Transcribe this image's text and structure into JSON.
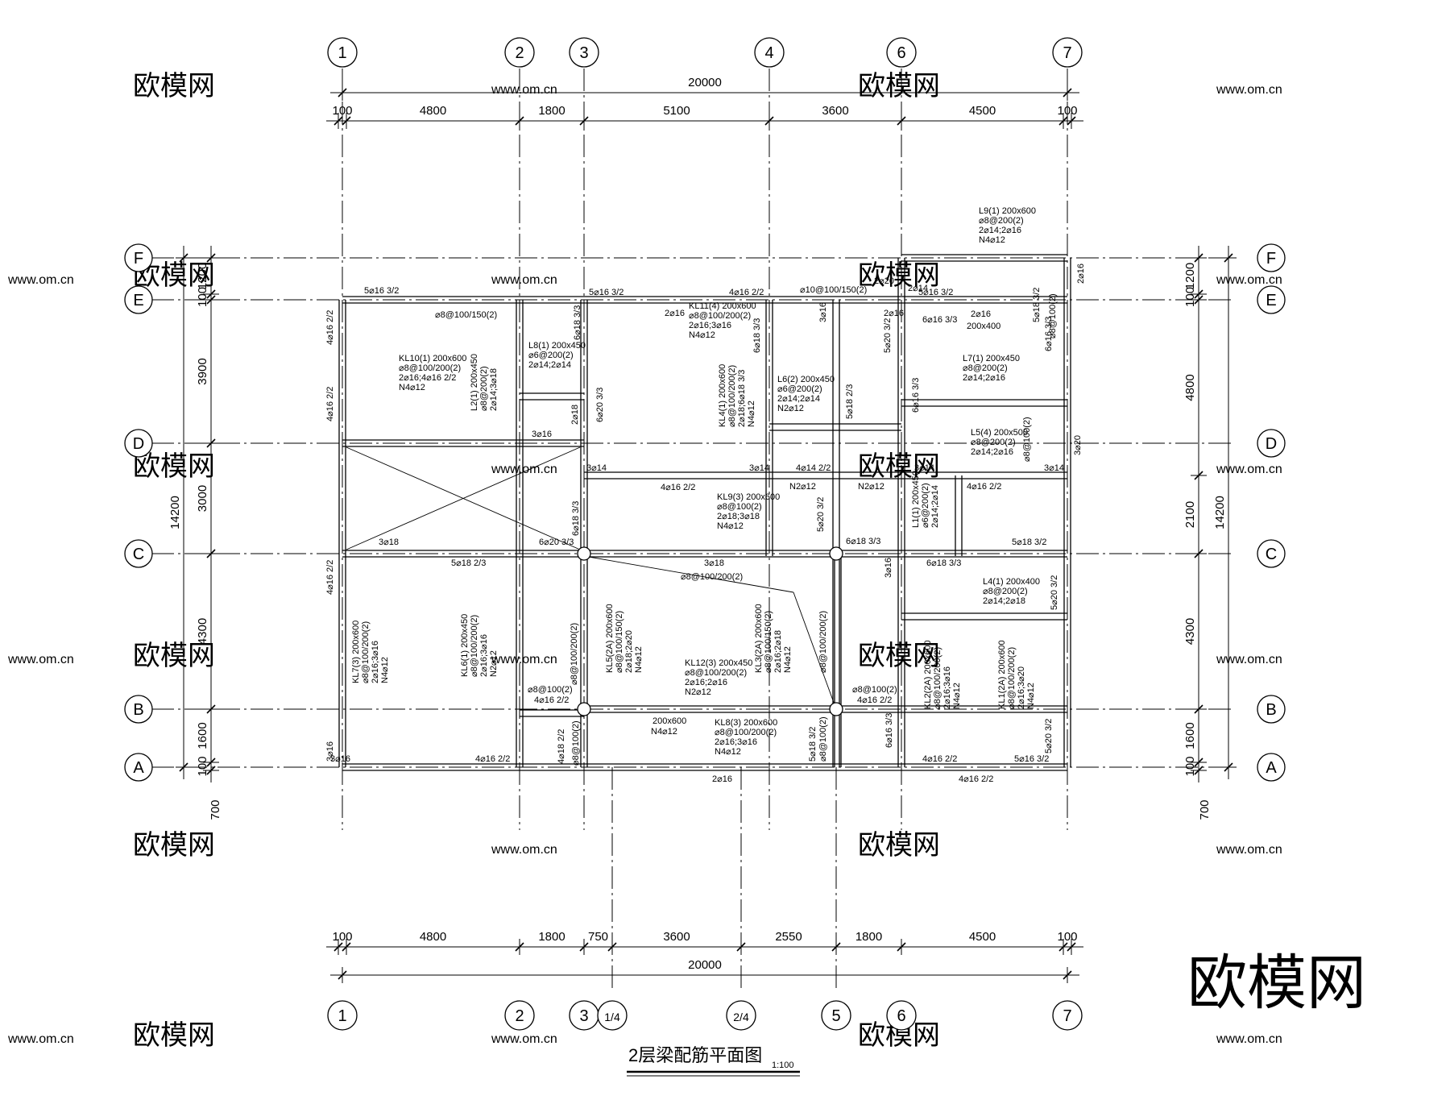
{
  "title": "2层梁配筋平面图",
  "scale": "1:100",
  "brand_watermark": "欧模网",
  "site_watermark": "www.om.cn",
  "axes_top": [
    "1",
    "2",
    "3",
    "4",
    "6",
    "7"
  ],
  "axes_bottom": [
    "1",
    "2",
    "3",
    "1/4",
    "2/4",
    "5",
    "6",
    "7"
  ],
  "axes_rows": [
    "F",
    "E",
    "D",
    "C",
    "B",
    "A"
  ],
  "dims_top": {
    "total": "20000",
    "segments": [
      "100",
      "4800",
      "1800",
      "5100",
      "3600",
      "4500",
      "100"
    ]
  },
  "dims_bottom": {
    "total": "20000",
    "segments": [
      "100",
      "4800",
      "1800",
      "750",
      "3600",
      "2550",
      "1800",
      "4500",
      "100"
    ]
  },
  "dims_left": {
    "total": "14200",
    "segments": [
      "1200",
      "100",
      "3900",
      "3000",
      "4300",
      "1600",
      "100"
    ],
    "extra": "700"
  },
  "dims_right": {
    "total": "14200",
    "segments": [
      "1200",
      "100",
      "4800",
      "2100",
      "4300",
      "1600",
      "100"
    ],
    "extra": "700"
  },
  "beam_tags": [
    {
      "name": "L9",
      "lines": [
        "L9(1) 200x600",
        "⌀8@200(2)",
        "2⌀14;2⌀16",
        "N4⌀12"
      ]
    },
    {
      "name": "KL10",
      "lines": [
        "KL10(1) 200x600",
        "⌀8@100/200(2)",
        "2⌀16;4⌀16 2/2",
        "N4⌀12"
      ]
    },
    {
      "name": "L8",
      "lines": [
        "L8(1) 200x450",
        "⌀6@200(2)",
        "2⌀14;2⌀14"
      ]
    },
    {
      "name": "KL11",
      "lines": [
        "KL11(4) 200x600",
        "⌀8@100/200(2)",
        "2⌀16;3⌀16",
        "N4⌀12"
      ]
    },
    {
      "name": "L6",
      "lines": [
        "L6(2) 200x450",
        "⌀6@200(2)",
        "2⌀14;2⌀14",
        "N2⌀12"
      ]
    },
    {
      "name": "L7",
      "lines": [
        "L7(1) 200x450",
        "⌀8@200(2)",
        "2⌀14;2⌀16"
      ]
    },
    {
      "name": "L5",
      "lines": [
        "L5(4) 200x500",
        "⌀8@200(2)",
        "2⌀14;2⌀16"
      ]
    },
    {
      "name": "KL9",
      "lines": [
        "KL9(3) 200x600",
        "⌀8@100(2)",
        "2⌀18;3⌀18",
        "N4⌀12"
      ]
    },
    {
      "name": "L4",
      "lines": [
        "L4(1) 200x400",
        "⌀8@200(2)",
        "2⌀14;2⌀18"
      ]
    },
    {
      "name": "KL12",
      "lines": [
        "KL12(3) 200x450",
        "⌀8@100/200(2)",
        "2⌀16;2⌀16",
        "N2⌀12"
      ]
    },
    {
      "name": "KL8",
      "lines": [
        "KL8(3) 200x600",
        "⌀8@100/200(2)",
        "2⌀16;3⌀16",
        "N4⌀12"
      ]
    }
  ],
  "beam_tags_vertical": [
    {
      "name": "L2",
      "lines": [
        "L2(1) 200x450",
        "⌀8@200(2)",
        "2⌀14;3⌀18"
      ]
    },
    {
      "name": "KL4",
      "lines": [
        "KL4(1) 200x600",
        "⌀8@100/200(2)",
        "2⌀18;6⌀18 3/3",
        "N4⌀12"
      ]
    },
    {
      "name": "L1",
      "lines": [
        "L1(1) 200x450",
        "⌀6@200(2)",
        "2⌀14;2⌀14"
      ]
    },
    {
      "name": "KL7",
      "lines": [
        "KL7(3) 200x600",
        "⌀8@100/200(2)",
        "2⌀16;3⌀16",
        "N4⌀12"
      ]
    },
    {
      "name": "KL6",
      "lines": [
        "KL6(1) 200x450",
        "⌀8@100/200(2)",
        "2⌀16;3⌀16",
        "N2⌀12"
      ]
    },
    {
      "name": "KL5",
      "lines": [
        "KL5(2A) 200x600",
        "⌀8@100/150(2)",
        "2⌀18;2⌀20",
        "N4⌀12"
      ]
    },
    {
      "name": "KL3",
      "lines": [
        "KL3(2A) 200x600",
        "⌀8@100/150(2)",
        "2⌀16;2⌀18",
        "N4⌀12"
      ]
    },
    {
      "name": "KL2",
      "lines": [
        "KL2(2A) 200x600",
        "⌀8@100/200(2)",
        "2⌀16;3⌀16",
        "N4⌀12"
      ]
    },
    {
      "name": "KL1",
      "lines": [
        "KL1(2A) 200x600",
        "⌀8@100/200(2)",
        "2⌀16;3⌀20",
        "N4⌀12"
      ]
    }
  ],
  "rebar_notes": [
    "5⌀16 3/2",
    "⌀8@100/150(2)",
    "5⌀16 3/2",
    "4⌀16 2/2",
    "⌀10@100/150(2)",
    "5⌀16 3/2",
    "2⌀16",
    "2⌀16",
    "200x400",
    "6⌀16 3/3",
    "3⌀16",
    "3⌀14",
    "3⌀14",
    "4⌀14 2/2",
    "3⌀14",
    "3⌀14",
    "4⌀16 2/2",
    "N2⌀12",
    "N2⌀12",
    "4⌀16 2/2",
    "3⌀18",
    "6⌀20 3/3",
    "5⌀18 2/3",
    "6⌀18 3/3",
    "5⌀18 3/2",
    "6⌀18 3/3",
    "3⌀18",
    "⌀8@100/200(2)",
    "⌀8@100(2)",
    "4⌀16 2/2",
    "⌀8@100(2)",
    "4⌀16 2/2",
    "200x600",
    "N4⌀12",
    "3⌀16",
    "4⌀16 2/2",
    "4⌀16 2/2",
    "5⌀16 3/2",
    "2⌀16",
    "4⌀16 2/2",
    "2⌀14",
    "2⌀16",
    "2⌀20"
  ],
  "rebar_notes_vertical": [
    "4⌀16 2/2",
    "4⌀16 2/2",
    "6⌀18 3/3",
    "6⌀18 3/3",
    "3⌀16",
    "5⌀20 3/2",
    "5⌀18 2/3",
    "6⌀16 3/3",
    "6⌀16 3/3",
    "⌀8@100(2)",
    "3⌀20",
    "6⌀20 3/3",
    "6⌀18 3/3",
    "5⌀20 3/2",
    "4⌀16 2/2",
    "3⌀16",
    "⌀8@100/200(2)",
    "⌀8@100/200(2)",
    "4⌀18 2/2",
    "⌀8@100(2)",
    "5⌀18 3/2",
    "⌀8@100(2)",
    "6⌀16 3/3",
    "5⌀20 3/2",
    "5⌀20 3/2",
    "3⌀16",
    "2⌀18",
    "⌀8@100(2)",
    "2⌀16",
    "5⌀18 3/2"
  ]
}
